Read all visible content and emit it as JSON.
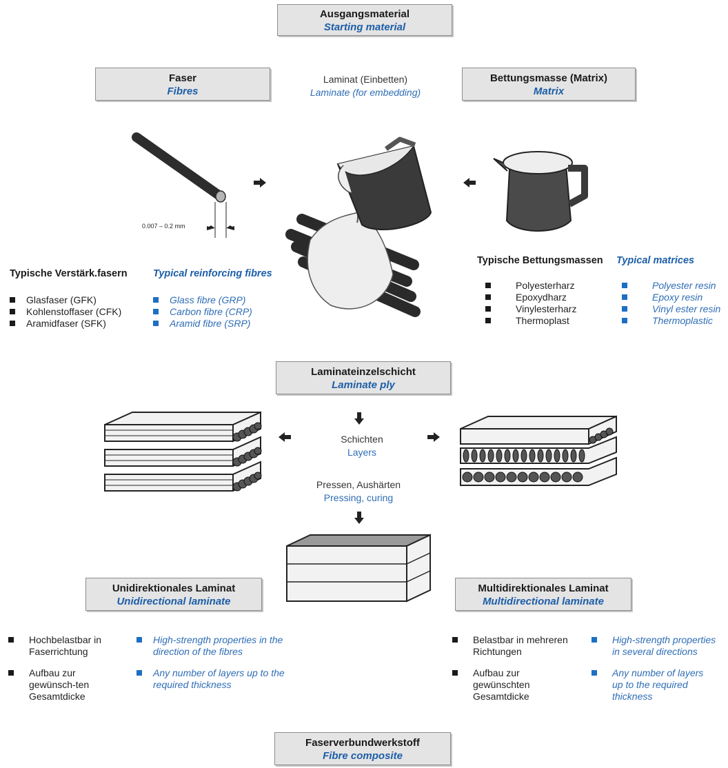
{
  "boxes": {
    "start": {
      "de": "Ausgangsmaterial",
      "en": "Starting material"
    },
    "fibre": {
      "de": "Faser",
      "en": "Fibres"
    },
    "matrix": {
      "de": "Bettungsmasse (Matrix)",
      "en": "Matrix"
    },
    "ply": {
      "de": "Laminateinzelschicht",
      "en": "Laminate ply"
    },
    "unidirectional": {
      "de": "Unidirektionales Laminat",
      "en": "Unidirectional laminate"
    },
    "multidirectional": {
      "de": "Multidirektionales Laminat",
      "en": "Multidirectional laminate"
    },
    "composite": {
      "de": "Faserverbundwerkstoff",
      "en": "Fibre composite"
    }
  },
  "labels": {
    "laminate": {
      "de": "Laminat (Einbetten)",
      "en": "Laminate (for embedding)"
    },
    "layers": {
      "de": "Schichten",
      "en": "Layers"
    },
    "pressing": {
      "de": "Pressen, Aushärten",
      "en": "Pressing, curing"
    },
    "fibre_dimension": "0.007 – 0.2 mm"
  },
  "fibres": {
    "heading_de": "Typische Verstärk.fasern",
    "heading_en": "Typical reinforcing fibres",
    "items_de": [
      "Glasfaser (GFK)",
      "Kohlenstoffaser (CFK)",
      "Aramidfaser (SFK)"
    ],
    "items_en": [
      "Glass fibre (GRP)",
      "Carbon fibre (CRP)",
      "Aramid fibre (SRP)"
    ]
  },
  "matrices": {
    "heading_de": "Typische Bettungsmassen",
    "heading_en": "Typical matrices",
    "items_de": [
      "Polyesterharz",
      "Epoxydharz",
      "Vinylesterharz",
      "Thermoplast"
    ],
    "items_en": [
      "Polyester resin",
      "Epoxy resin",
      "Vinyl ester resin",
      "Thermoplastic"
    ]
  },
  "unidirectional_props": {
    "de": [
      "Hochbelastbar in Faserrichtung",
      "Aufbau zur gewünsch-ten Gesamtdicke"
    ],
    "en": [
      "High-strength properties in the direction of the fibres",
      "Any number of layers up to the required thickness"
    ]
  },
  "multidirectional_props": {
    "de": [
      "Belastbar in mehreren Richtungen",
      "Aufbau zur gewünschten Gesamtdicke"
    ],
    "en": [
      "High-strength properties in several directions",
      "Any number of layers up to the required thickness"
    ]
  },
  "colors": {
    "accent_blue": "#1d5ea8",
    "box_fill": "#e4e4e4",
    "bullet_blue": "#1d6fc4"
  },
  "icons": [
    "fibre-rod-icon",
    "pouring-jug-icon",
    "matrix-jug-icon",
    "fibre-bundle-icon",
    "unidirectional-stack-icon",
    "multidirectional-stack-icon",
    "laminate-block-icon",
    "arrow-icon"
  ]
}
